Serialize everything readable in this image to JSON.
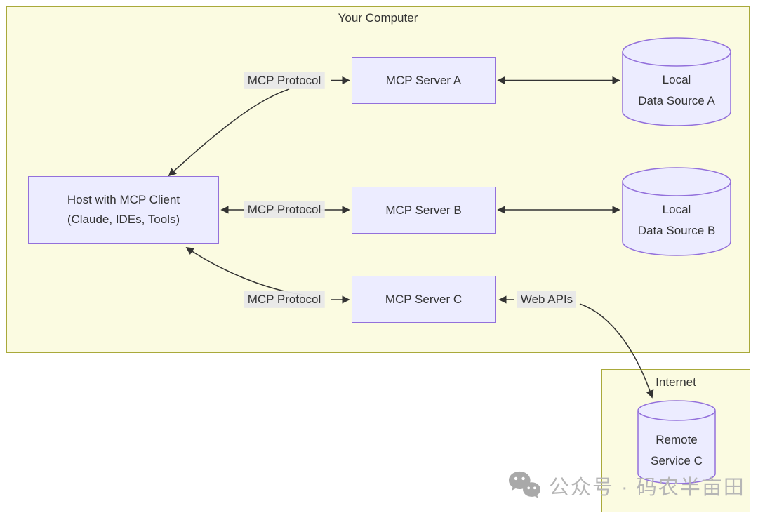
{
  "containers": {
    "your_computer": {
      "title": "Your Computer"
    },
    "internet": {
      "title": "Internet"
    }
  },
  "nodes": {
    "host": {
      "line1": "Host with MCP Client",
      "line2": "(Claude, IDEs, Tools)"
    },
    "server_a": {
      "label": "MCP Server A"
    },
    "server_b": {
      "label": "MCP Server B"
    },
    "server_c": {
      "label": "MCP Server C"
    },
    "data_source_a": {
      "line1": "Local",
      "line2": "Data Source A"
    },
    "data_source_b": {
      "line1": "Local",
      "line2": "Data Source B"
    },
    "remote_service_c": {
      "line1": "Remote",
      "line2": "Service C"
    }
  },
  "edge_labels": {
    "protocol_a": "MCP Protocol",
    "protocol_b": "MCP Protocol",
    "protocol_c": "MCP Protocol",
    "web_apis": "Web APIs"
  },
  "colors": {
    "node_fill": "#ECECFF",
    "node_border": "#9370DB",
    "container_fill": "#FBFBE1",
    "container_border": "#A9A93A",
    "edge_label_bg": "#E8E8E8",
    "arrow": "#333333",
    "text": "#333333",
    "watermark": "#B6B6B6"
  },
  "watermark": {
    "icon": "wechat-logo-icon",
    "text": "公众号 · 码农半亩田"
  }
}
